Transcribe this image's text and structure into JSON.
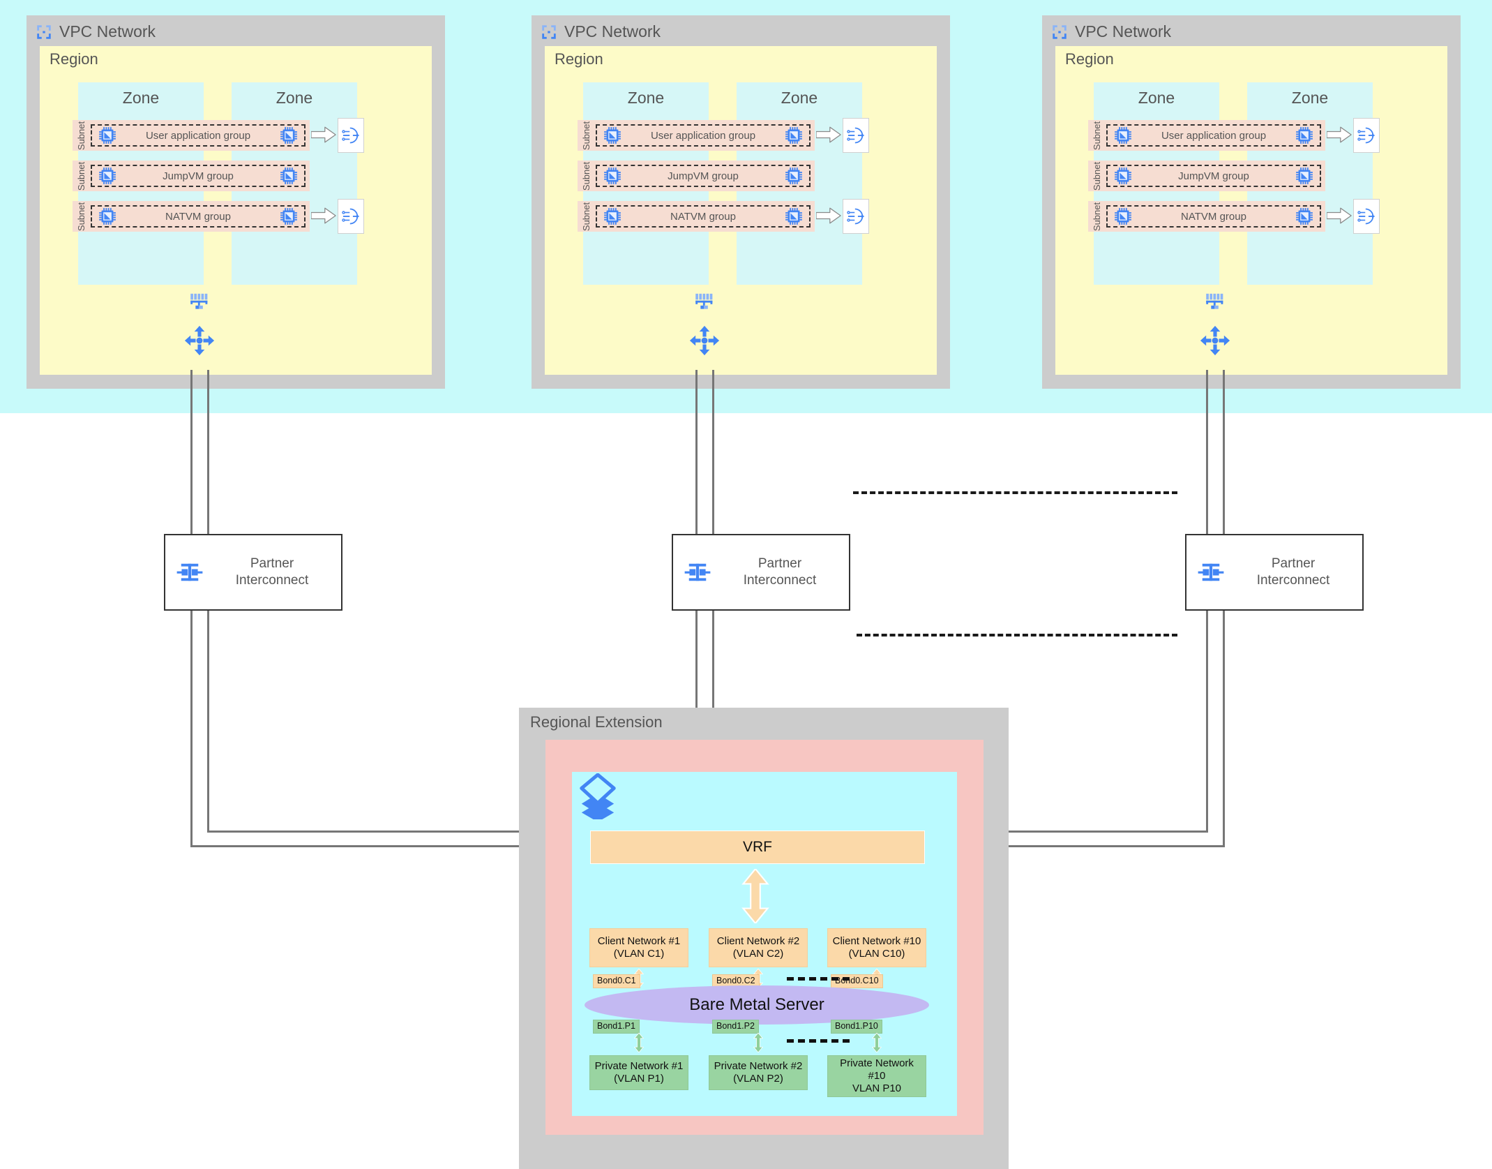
{
  "diagram": {
    "title": "VPC Networks with Partner Interconnect to Regional Extension Bare Metal Server",
    "colors": {
      "band_cyan": "#c8fafa",
      "container_gray": "#cccccc",
      "region_yellow": "#fdfbc8",
      "zone_cyan": "#d6f7f7",
      "subnet_peach": "#f6ddd2",
      "pink": "#f7c6c2",
      "inner_cyan": "#bafaff",
      "client_orange": "#fbd9a9",
      "private_green": "#99d4a1",
      "server_purple": "#c3b9f2",
      "line_gray": "#767676",
      "accent_blue": "#4285f4",
      "text_gray": "#555555"
    }
  },
  "vpcs": [
    {
      "title": "VPC Network",
      "icon": "vpc-network-icon",
      "region_label": "Region",
      "zones": [
        "Zone",
        "Zone"
      ],
      "subnets": [
        {
          "label": "Subnet",
          "group": "User application group",
          "has_gateway": true
        },
        {
          "label": "Subnet",
          "group": "JumpVM group",
          "has_gateway": false
        },
        {
          "label": "Subnet",
          "group": "NATVM group",
          "has_gateway": true
        }
      ],
      "switch_icon": "network-switch-icon",
      "router_icon": "cloud-router-icon"
    },
    {
      "title": "VPC Network",
      "icon": "vpc-network-icon",
      "region_label": "Region",
      "zones": [
        "Zone",
        "Zone"
      ],
      "subnets": [
        {
          "label": "Subnet",
          "group": "User application group",
          "has_gateway": true
        },
        {
          "label": "Subnet",
          "group": "JumpVM group",
          "has_gateway": false
        },
        {
          "label": "Subnet",
          "group": "NATVM group",
          "has_gateway": true
        }
      ],
      "switch_icon": "network-switch-icon",
      "router_icon": "cloud-router-icon"
    },
    {
      "title": "VPC Network",
      "icon": "vpc-network-icon",
      "region_label": "Region",
      "zones": [
        "Zone",
        "Zone"
      ],
      "subnets": [
        {
          "label": "Subnet",
          "group": "User application group",
          "has_gateway": true
        },
        {
          "label": "Subnet",
          "group": "JumpVM group",
          "has_gateway": false
        },
        {
          "label": "Subnet",
          "group": "NATVM group",
          "has_gateway": true
        }
      ],
      "switch_icon": "network-switch-icon",
      "router_icon": "cloud-router-icon"
    }
  ],
  "partner_interconnects": [
    {
      "line1": "Partner",
      "line2": "Interconnect",
      "icon": "partner-interconnect-icon"
    },
    {
      "line1": "Partner",
      "line2": "Interconnect",
      "icon": "partner-interconnect-icon"
    },
    {
      "line1": "Partner",
      "line2": "Interconnect",
      "icon": "partner-interconnect-icon"
    }
  ],
  "regional_extension": {
    "label": "Regional Extension",
    "layers_icon": "layers-icon",
    "vrf": {
      "label": "VRF"
    },
    "client_networks": [
      {
        "line1": "Client Network #1",
        "line2": "(VLAN C1)"
      },
      {
        "line1": "Client Network #2",
        "line2": "(VLAN C2)"
      },
      {
        "line1": "Client Network #10",
        "line2": "(VLAN C10)"
      }
    ],
    "client_bonds": [
      "Bond0.C1",
      "Bond0.C2",
      "Bond0.C10"
    ],
    "server": {
      "label": "Bare Metal Server"
    },
    "private_bonds": [
      "Bond1.P1",
      "Bond1.P2",
      "Bond1.P10"
    ],
    "private_networks": [
      {
        "line1": "Private Network #1",
        "line2": "(VLAN P1)",
        "line3": ""
      },
      {
        "line1": "Private Network #2",
        "line2": "(VLAN P2)",
        "line3": ""
      },
      {
        "line1": "Private Network",
        "line2": "#10",
        "line3": "VLAN P10"
      }
    ]
  }
}
